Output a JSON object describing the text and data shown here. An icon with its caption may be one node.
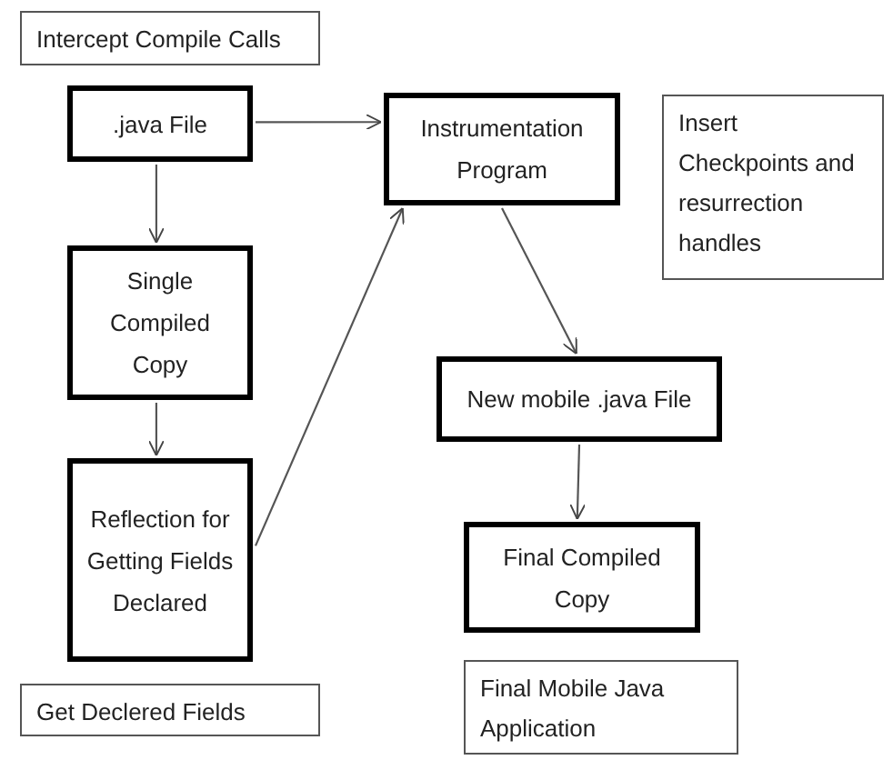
{
  "diagram": {
    "nodes": [
      {
        "text": [
          "Intercept Compile Calls"
        ]
      },
      {
        "text": [
          ".java File"
        ]
      },
      {
        "text": [
          "Instrumentation Program"
        ]
      },
      {
        "text": [
          "Insert Checkpoints and resurrection handles"
        ]
      },
      {
        "text": [
          "Single Compiled Copy"
        ]
      },
      {
        "text": [
          "New mobile .java File"
        ]
      },
      {
        "text": [
          "Reflection for Getting Fields Declared"
        ]
      },
      {
        "text": [
          "Final Compiled Copy"
        ]
      },
      {
        "text": [
          "Get Declered Fields"
        ]
      },
      {
        "text": [
          "Final Mobile Java Application"
        ]
      }
    ],
    "edges": [
      {
        "from": 1,
        "to": 2,
        "arrow": "to"
      },
      {
        "from": 1,
        "to": 4,
        "arrow": "to"
      },
      {
        "from": 4,
        "to": 6,
        "arrow": "to"
      },
      {
        "from": 6,
        "to": 2,
        "arrow": "to"
      },
      {
        "from": 2,
        "to": 5,
        "arrow": "to"
      },
      {
        "from": 5,
        "to": 7,
        "arrow": "to"
      }
    ]
  }
}
